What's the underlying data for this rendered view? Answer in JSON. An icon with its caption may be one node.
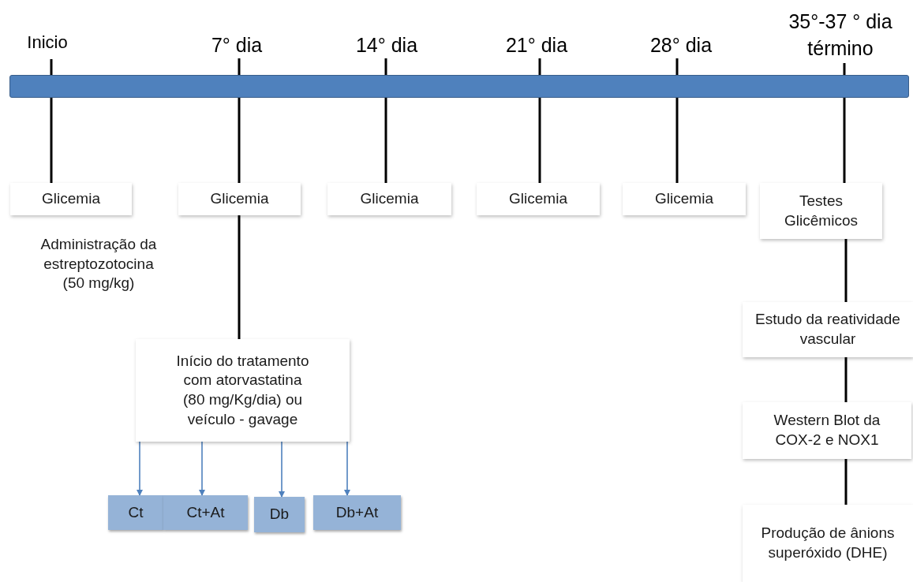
{
  "diagram": {
    "nodes": [
      {
        "text": [
          "Inicio"
        ]
      },
      {
        "text": [
          "7° dia"
        ]
      },
      {
        "text": [
          "14° dia"
        ]
      },
      {
        "text": [
          "21° dia"
        ]
      },
      {
        "text": [
          "28° dia"
        ]
      },
      {
        "text": [
          "35°-37 ° dia término"
        ]
      },
      {
        "text": [
          "Glicemia"
        ],
        "beside": [
          "Administração da estreptozotocina (50 mg/kg)"
        ]
      },
      {
        "text": [
          "Glicemia"
        ]
      },
      {
        "text": [
          "Glicemia"
        ]
      },
      {
        "text": [
          "Glicemia"
        ]
      },
      {
        "text": [
          "Glicemia"
        ]
      },
      {
        "text": [
          "Testes Glicêmicos"
        ]
      },
      {
        "text": [
          "Início do tratamento com atorvastatina (80 mg/Kg/dia) ou veículo - gavage"
        ]
      },
      {
        "text": [
          "Ct"
        ]
      },
      {
        "text": [
          "Ct+At"
        ]
      },
      {
        "text": [
          "Db"
        ]
      },
      {
        "text": [
          "Db+At"
        ]
      },
      {
        "text": [
          "Estudo da reatividade vascular"
        ]
      },
      {
        "text": [
          "Western Blot da COX-2 e NOX1"
        ]
      },
      {
        "text": [
          "Produção de ânions superóxido (DHE)"
        ]
      },
      {
        "text": [],
        "shape": "bar"
      }
    ],
    "edges": [
      {
        "from": 20,
        "to": 6,
        "arrow": "none"
      },
      {
        "from": 20,
        "to": 7,
        "arrow": "none"
      },
      {
        "from": 20,
        "to": 8,
        "arrow": "none"
      },
      {
        "from": 20,
        "to": 9,
        "arrow": "none"
      },
      {
        "from": 20,
        "to": 10,
        "arrow": "none"
      },
      {
        "from": 20,
        "to": 11,
        "arrow": "none"
      },
      {
        "from": 7,
        "to": 12,
        "arrow": "none"
      },
      {
        "from": 12,
        "to": 13,
        "arrow": "to",
        "color": "#4f81bd"
      },
      {
        "from": 12,
        "to": 14,
        "arrow": "to",
        "color": "#4f81bd"
      },
      {
        "from": 12,
        "to": 15,
        "arrow": "to",
        "color": "#4f81bd"
      },
      {
        "from": 12,
        "to": 16,
        "arrow": "to",
        "color": "#4f81bd"
      },
      {
        "from": 11,
        "to": 17,
        "arrow": "none"
      },
      {
        "from": 17,
        "to": 18,
        "arrow": "none"
      },
      {
        "from": 18,
        "to": 19,
        "arrow": "none"
      },
      {
        "from": 0,
        "to": 20,
        "arrow": "none"
      },
      {
        "from": 1,
        "to": 20,
        "arrow": "none"
      },
      {
        "from": 2,
        "to": 20,
        "arrow": "none"
      },
      {
        "from": 3,
        "to": 20,
        "arrow": "none"
      },
      {
        "from": 4,
        "to": 20,
        "arrow": "none"
      },
      {
        "from": 5,
        "to": 20,
        "arrow": "none"
      }
    ]
  }
}
